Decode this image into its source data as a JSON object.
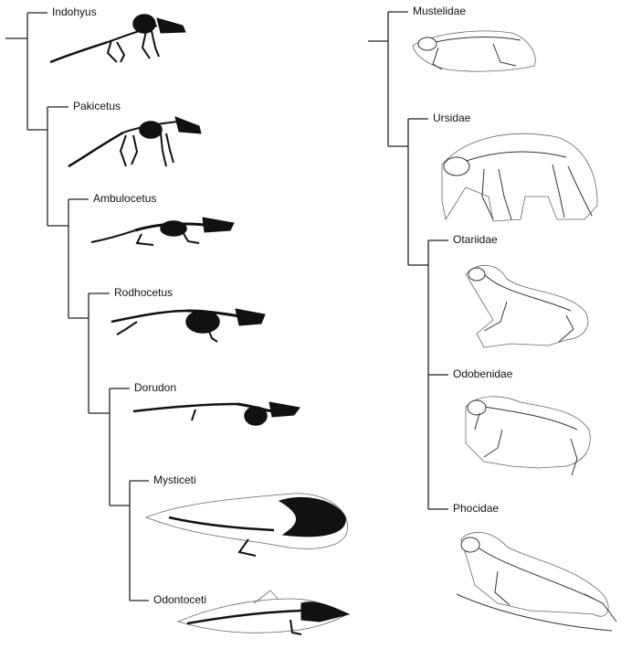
{
  "cetacean_tree": {
    "taxa": [
      {
        "label": "Indohyus"
      },
      {
        "label": "Pakicetus"
      },
      {
        "label": "Ambulocetus"
      },
      {
        "label": "Rodhocetus"
      },
      {
        "label": "Dorudon"
      },
      {
        "label": "Mysticeti"
      },
      {
        "label": "Odontoceti"
      }
    ]
  },
  "pinniped_tree": {
    "taxa": [
      {
        "label": "Mustelidae"
      },
      {
        "label": "Ursidae"
      },
      {
        "label": "Otariidae"
      },
      {
        "label": "Odobenidae"
      },
      {
        "label": "Phocidae"
      }
    ]
  }
}
